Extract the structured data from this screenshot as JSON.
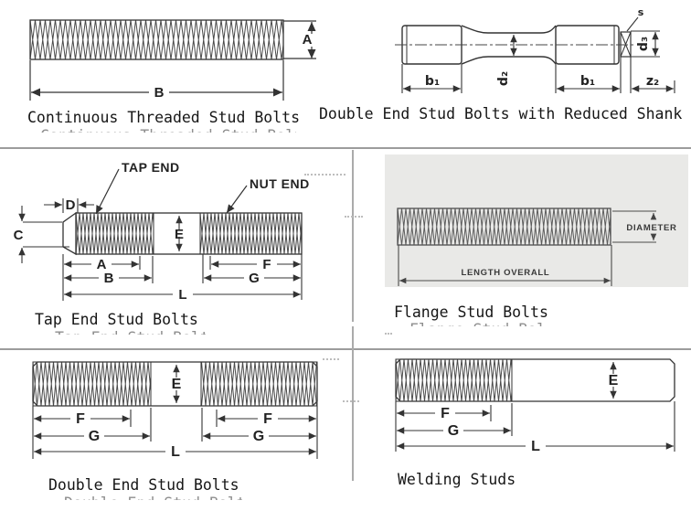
{
  "colors": {
    "line": "#333333",
    "thread_hatch": "#4a4a4a",
    "divider": "#9c9c9c",
    "flange_bg": "#e9e9e7",
    "caption_text": "#161616"
  },
  "panels": {
    "continuous": {
      "caption": "Continuous Threaded Stud Bolts",
      "labels": {
        "a": "A",
        "b": "B"
      }
    },
    "reduced_shank": {
      "caption": "Double End Stud Bolts with Reduced Shank",
      "labels": {
        "s": "s",
        "b1_left": "b₁",
        "b1_right": "b₁",
        "d2": "d₂",
        "d3": "d₃",
        "z2": "z₂"
      }
    },
    "tap_end": {
      "caption": "Tap End Stud Bolts",
      "labels": {
        "tap_end": "TAP END",
        "nut_end": "NUT END",
        "d": "D",
        "c": "C",
        "e": "E",
        "a": "A",
        "b": "B",
        "f": "F",
        "g": "G",
        "l": "L"
      }
    },
    "flange": {
      "caption": "Flange Stud Bolts",
      "labels": {
        "diameter": "DIAMETER",
        "length_overall": "LENGTH OVERALL"
      }
    },
    "double_end": {
      "caption": "Double End Stud Bolts",
      "labels": {
        "e": "E",
        "f_left": "F",
        "g_left": "G",
        "f_right": "F",
        "g_right": "G",
        "l": "L"
      }
    },
    "welding": {
      "caption": "Welding Studs",
      "labels": {
        "e": "E",
        "f": "F",
        "g": "G",
        "l": "L"
      }
    }
  }
}
